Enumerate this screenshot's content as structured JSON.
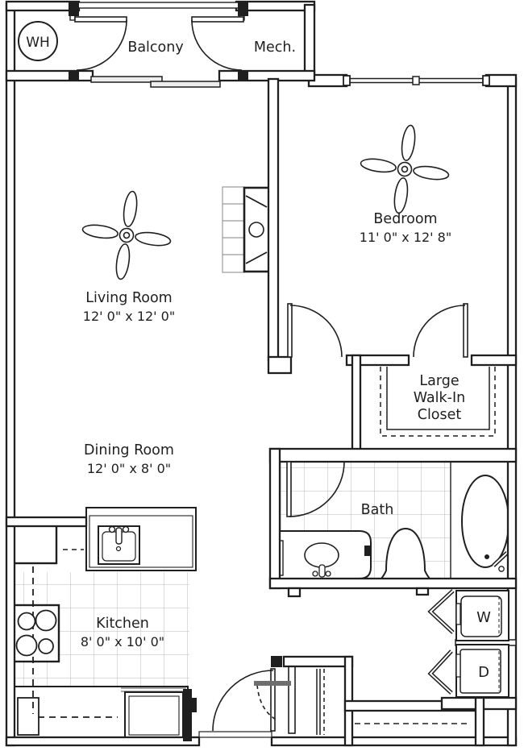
{
  "plan": {
    "type": "apartment-floor-plan",
    "rooms": {
      "balcony": {
        "label": "Balcony"
      },
      "mech": {
        "label": "Mech."
      },
      "water_heater": {
        "label": "WH"
      },
      "living_room": {
        "label": "Living Room",
        "dimensions": "12' 0\" x 12' 0\""
      },
      "bedroom": {
        "label": "Bedroom",
        "dimensions": "11' 0\" x 12' 8\""
      },
      "dining_room": {
        "label": "Dining Room",
        "dimensions": "12' 0\" x 8' 0\""
      },
      "walk_in_closet": {
        "label_line1": "Large",
        "label_line2": "Walk-In",
        "label_line3": "Closet"
      },
      "bath": {
        "label": "Bath"
      },
      "kitchen": {
        "label": "Kitchen",
        "dimensions": "8' 0\" x 10' 0\""
      },
      "washer": {
        "label": "W"
      },
      "dryer": {
        "label": "D"
      }
    },
    "colors": {
      "wall": "#1f1f1f",
      "tile_grid": "#b9b9b9",
      "counter_gray": "#8a8a8a",
      "shelf_gray": "#6e6e6e",
      "background": "#ffffff"
    }
  }
}
